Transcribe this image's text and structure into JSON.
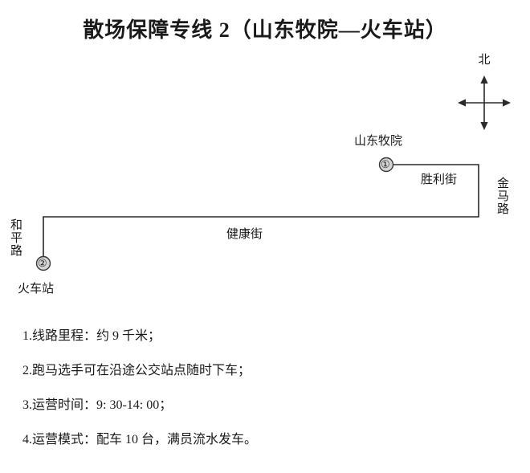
{
  "title": "散场保障专线 2（山东牧院—火车站）",
  "compass": {
    "north_label": "北",
    "icon": "compass-cross-arrows"
  },
  "map": {
    "stops": [
      {
        "number": "①",
        "name": "山东牧院"
      },
      {
        "number": "②",
        "name": "火车站"
      }
    ],
    "streets": [
      {
        "name": "胜利街",
        "orientation": "horizontal"
      },
      {
        "name": "健康街",
        "orientation": "horizontal"
      },
      {
        "name": "金马路",
        "orientation": "vertical"
      },
      {
        "name": "和平路",
        "orientation": "vertical"
      }
    ],
    "colors": {
      "route_line": "#2a2a2a",
      "stop_marker_fill": "#d4d4d4",
      "stop_marker_stroke": "#3a3a3a"
    }
  },
  "notes": [
    "1.线路里程：约 9 千米；",
    "2.跑马选手可在沿途公交站点随时下车；",
    "3.运营时间：9: 30-14: 00；",
    "4.运营模式：配车 10 台，满员流水发车。"
  ]
}
